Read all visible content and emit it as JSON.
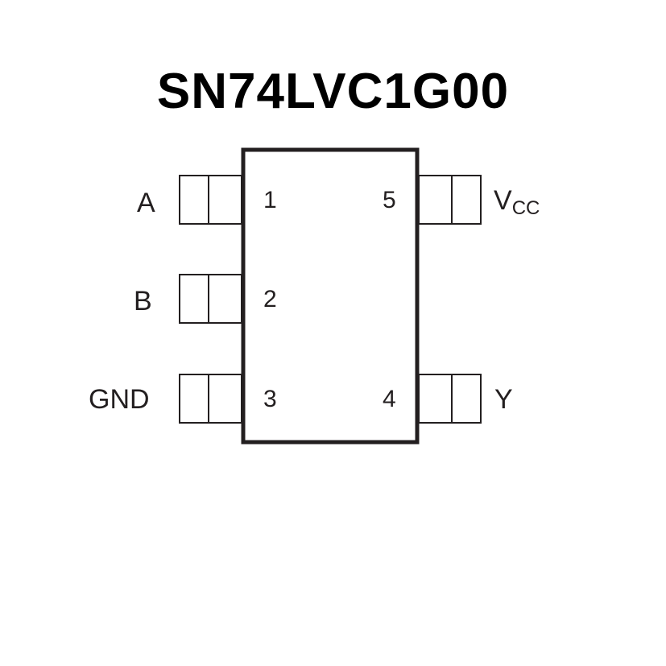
{
  "title": "SN74LVC1G00",
  "pins": [
    {
      "number": "1",
      "name": "A"
    },
    {
      "number": "2",
      "name": "B"
    },
    {
      "number": "3",
      "name": "GND"
    },
    {
      "number": "4",
      "name": "Y"
    },
    {
      "number": "5",
      "name": "V",
      "name_sub": "CC"
    }
  ]
}
